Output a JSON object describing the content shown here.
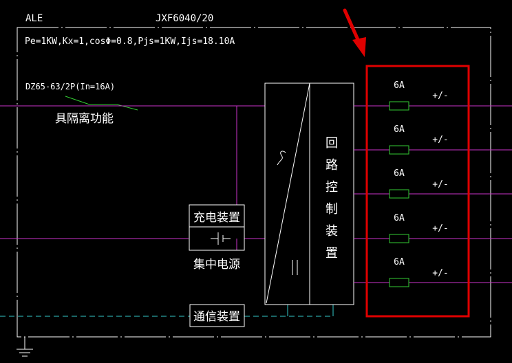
{
  "header": {
    "panel_name": "ALE",
    "panel_model": "JXF6040/20",
    "load_params": "Pe=1KW,Kx=1,cosΦ=0.8,Pjs=1KW,Ijs=18.10A"
  },
  "incoming_breaker": {
    "rating": "DZ65-63/2P(In=16A)",
    "function": "具隔离功能"
  },
  "charger": {
    "label": "充电装置"
  },
  "power_source": {
    "label": "集中电源"
  },
  "comm_device": {
    "label": "通信装置"
  },
  "loop_controller": {
    "chars": [
      "回",
      "路",
      "控",
      "制",
      "装",
      "置"
    ]
  },
  "outputs": [
    {
      "fuse": "6A",
      "polarity": "+/-"
    },
    {
      "fuse": "6A",
      "polarity": "+/-"
    },
    {
      "fuse": "6A",
      "polarity": "+/-"
    },
    {
      "fuse": "6A",
      "polarity": "+/-"
    },
    {
      "fuse": "6A",
      "polarity": "+/-"
    }
  ],
  "colors": {
    "background": "#000000",
    "border": "#ffffff",
    "magenta": "#cc33cc",
    "fuse": "#33cc33",
    "cyan": "#33cccc",
    "highlight": "#e00000",
    "arrow": "#e00000"
  }
}
